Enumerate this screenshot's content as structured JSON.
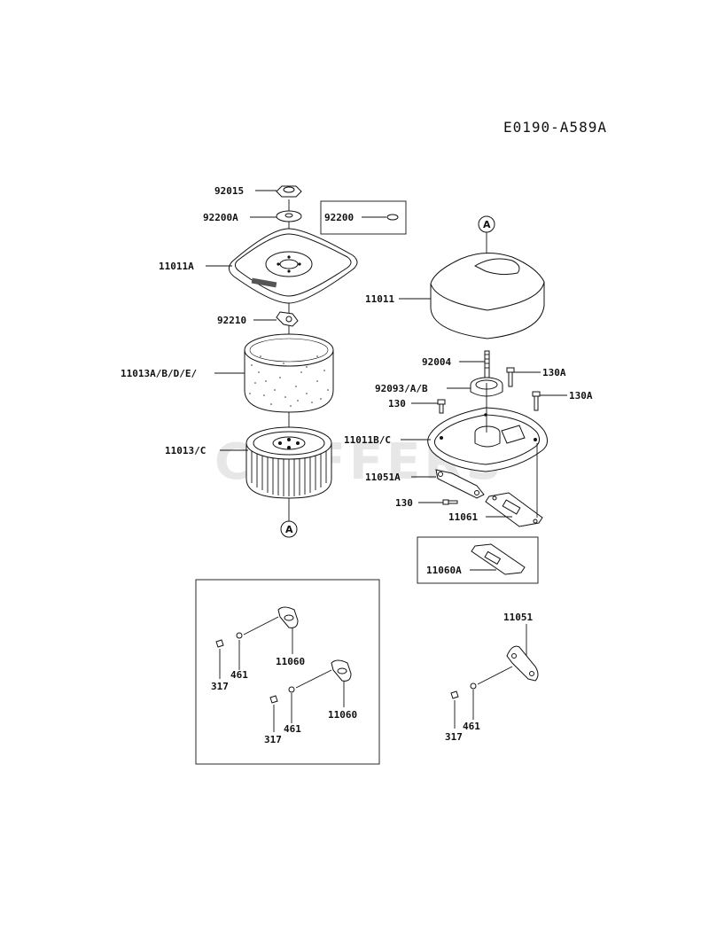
{
  "diagram_code": "E0190-A589A",
  "watermark": "CLIFFERS",
  "callouts": {
    "c92015": "92015",
    "c92200A": "92200A",
    "c92200": "92200",
    "c11011A": "11011A",
    "c92210": "92210",
    "c11013ABDE": "11013A/B/D/E/",
    "c11013C": "11013/C",
    "refA_left": "A",
    "refA_right": "A",
    "c11011": "11011",
    "c92004": "92004",
    "c130A_1": "130A",
    "c130A_2": "130A",
    "c92093AB": "92093/A/B",
    "c130_1": "130",
    "c11011BC": "11011B/C",
    "c11051A": "11051A",
    "c130_2": "130",
    "c11061": "11061",
    "c11060A": "11060A",
    "kit_11060_a": "11060",
    "kit_461_a": "461",
    "kit_317_a": "317",
    "kit_11060_b": "11060",
    "kit_461_b": "461",
    "kit_317_b": "317",
    "c11051": "11051",
    "c461_r": "461",
    "c317_r": "317"
  }
}
